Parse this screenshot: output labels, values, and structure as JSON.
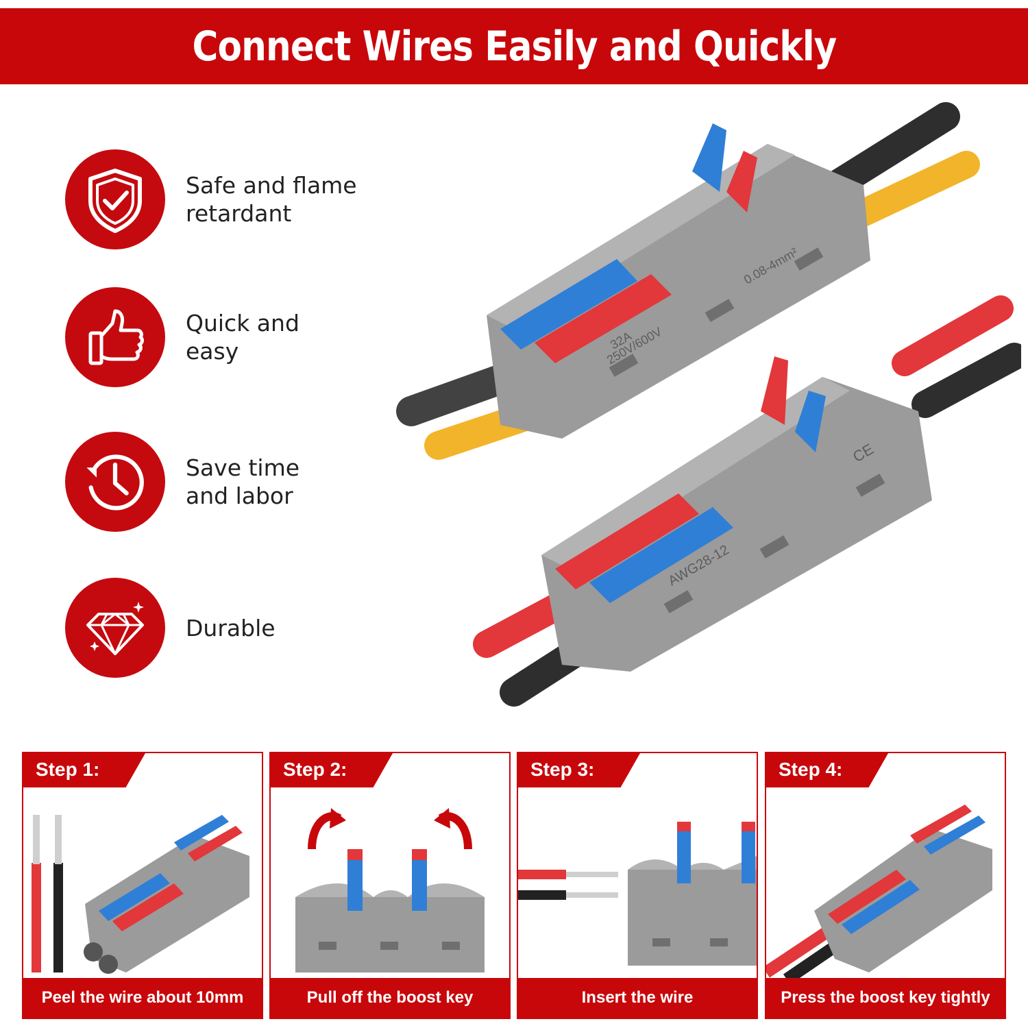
{
  "banner": {
    "title": "Connect Wires Easily and Quickly"
  },
  "features": [
    {
      "icon": "shield-check-icon",
      "label": "Safe and flame\nretardant"
    },
    {
      "icon": "thumbs-up-icon",
      "label": "Quick and\neasy"
    },
    {
      "icon": "clock-history-icon",
      "label": "Save time\nand labor"
    },
    {
      "icon": "diamond-icon",
      "label": "Durable"
    }
  ],
  "product": {
    "connector_top": {
      "rating": "32A",
      "voltage": "250V/600V",
      "wire_range": "0.08-4mm²"
    },
    "connector_bottom": {
      "gauge": "AWG28-12",
      "mark": "CE"
    }
  },
  "steps": [
    {
      "tab": "Step 1:",
      "caption": "Peel the wire about 10mm"
    },
    {
      "tab": "Step 2:",
      "caption": "Pull off the boost key"
    },
    {
      "tab": "Step 3:",
      "caption": "Insert the wire"
    },
    {
      "tab": "Step 4:",
      "caption": "Press the boost key tightly"
    }
  ],
  "colors": {
    "brand_red": "#c8070b",
    "connector_gray": "#9a9a9a",
    "lever_blue": "#2f7fd6",
    "lever_red": "#e2373b",
    "wire_yellow": "#f2b42a",
    "wire_black": "#333333"
  }
}
